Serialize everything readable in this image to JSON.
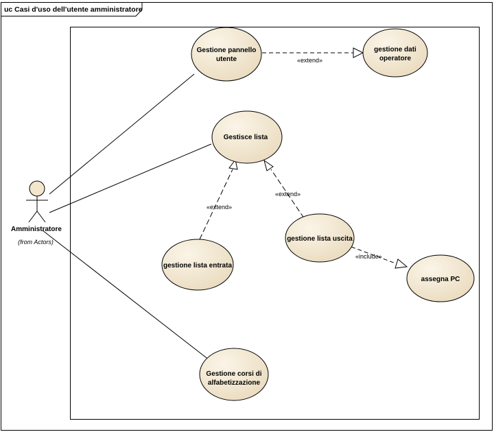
{
  "diagram": {
    "title": "uc Casi d'uso dell'utente amministratore",
    "actor": {
      "name": "Amministratore",
      "source": "(from Actors)"
    },
    "use_cases": {
      "gestione_pannello": [
        "Gestione pannello",
        "utente"
      ],
      "gestione_dati": [
        "gestione dati",
        "operatore"
      ],
      "gestisce_lista": [
        "Gestisce lista"
      ],
      "lista_entrata": [
        "gestione lista entrata"
      ],
      "lista_uscita": [
        "gestione lista uscita"
      ],
      "assegna_pc": [
        "assegna PC"
      ],
      "corsi": [
        "Gestione corsi di",
        "alfabetizzazione"
      ]
    },
    "relations": {
      "extend_dati": "«extend»",
      "extend_entrata": "«extend»",
      "extend_uscita": "«extend»",
      "include_pc": "«include»"
    },
    "colors": {
      "usecase_fill_light": "#fbf5e8",
      "usecase_fill_dark": "#eadcc0",
      "actor_head": "#f2e6cc",
      "line": "#000000"
    }
  }
}
